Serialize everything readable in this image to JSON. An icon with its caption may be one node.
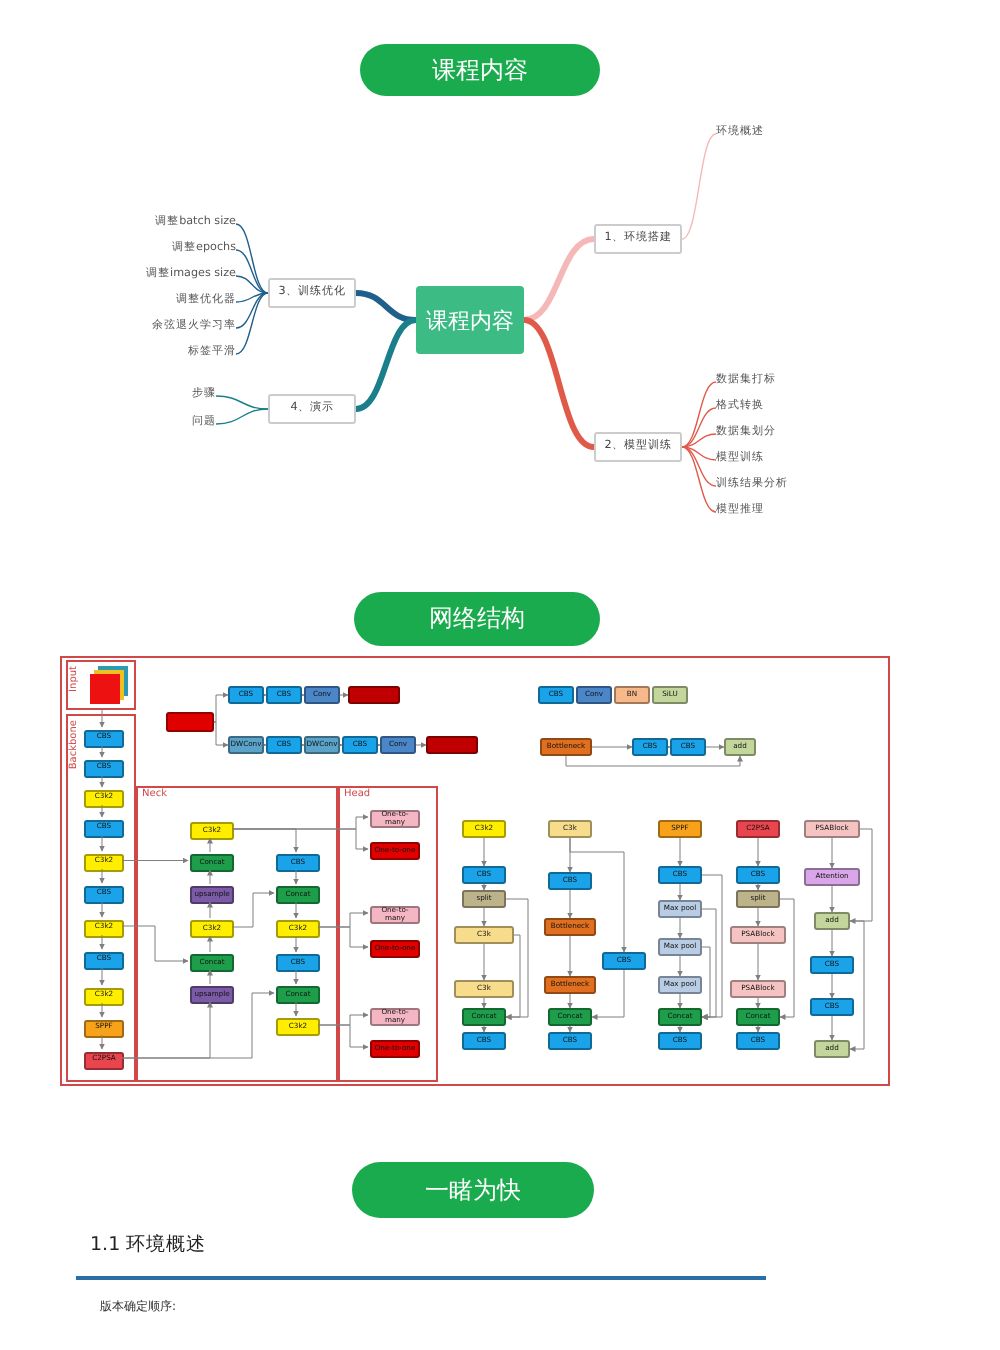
{
  "diagram": {
    "nodes": [
      {
        "text": [
          "课程内容"
        ]
      },
      {
        "text": [
          "1、环境搭建"
        ]
      },
      {
        "text": [
          "环境概述"
        ]
      },
      {
        "text": [
          "2、模型训练"
        ]
      },
      {
        "text": [
          "数据集打标"
        ]
      },
      {
        "text": [
          "格式转换"
        ]
      },
      {
        "text": [
          "数据集划分"
        ]
      },
      {
        "text": [
          "模型训练"
        ]
      },
      {
        "text": [
          "训练结果分析"
        ]
      },
      {
        "text": [
          "模型推理"
        ]
      },
      {
        "text": [
          "3、训练优化"
        ]
      },
      {
        "text": [
          "调整batch size"
        ]
      },
      {
        "text": [
          "调整epochs"
        ]
      },
      {
        "text": [
          "调整images size"
        ]
      },
      {
        "text": [
          "调整优化器"
        ]
      },
      {
        "text": [
          "余弦退火学习率"
        ]
      },
      {
        "text": [
          "标签平滑"
        ]
      },
      {
        "text": [
          "4、演示"
        ]
      },
      {
        "text": [
          "步骤"
        ]
      },
      {
        "text": [
          "问题"
        ]
      },
      {
        "text": [
          "Input"
        ]
      },
      {
        "text": [
          "Backbone"
        ]
      },
      {
        "text": [
          "CBS"
        ],
        "in": 21
      },
      {
        "text": [
          "CBS"
        ],
        "in": 21
      },
      {
        "text": [
          "C3k2"
        ],
        "in": 21
      },
      {
        "text": [
          "CBS"
        ],
        "in": 21
      },
      {
        "text": [
          "C3k2"
        ],
        "in": 21
      },
      {
        "text": [
          "CBS"
        ],
        "in": 21
      },
      {
        "text": [
          "C3k2"
        ],
        "in": 21
      },
      {
        "text": [
          "CBS"
        ],
        "in": 21
      },
      {
        "text": [
          "C3k2"
        ],
        "in": 21
      },
      {
        "text": [
          "SPPF"
        ],
        "in": 21
      },
      {
        "text": [
          "C2PSA"
        ],
        "in": 21
      },
      {
        "text": [
          "Neck"
        ]
      },
      {
        "text": [
          "C3k2"
        ],
        "in": 33
      },
      {
        "text": [
          "Concat"
        ],
        "in": 33
      },
      {
        "text": [
          "upsample"
        ],
        "in": 33
      },
      {
        "text": [
          "C3k2"
        ],
        "in": 33
      },
      {
        "text": [
          "Concat"
        ],
        "in": 33
      },
      {
        "text": [
          "upsample"
        ],
        "in": 33
      },
      {
        "text": [
          "CBS"
        ],
        "in": 33
      },
      {
        "text": [
          "Concat"
        ],
        "in": 33
      },
      {
        "text": [
          "C3k2"
        ],
        "in": 33
      },
      {
        "text": [
          "CBS"
        ],
        "in": 33
      },
      {
        "text": [
          "Concat"
        ],
        "in": 33
      },
      {
        "text": [
          "C3k2"
        ],
        "in": 33
      },
      {
        "text": [
          "Head"
        ]
      },
      {
        "text": [
          "One-to-many"
        ],
        "in": 46
      },
      {
        "text": [
          "One-to-one"
        ],
        "in": 46
      },
      {
        "text": [
          "One-to-many"
        ],
        "in": 46
      },
      {
        "text": [
          "One-to-one"
        ],
        "in": 46
      },
      {
        "text": [
          "One-to-many"
        ],
        "in": 46
      },
      {
        "text": [
          "One-to-one"
        ],
        "in": 46
      },
      {
        "text": [],
        "shape": "box"
      },
      {
        "text": [
          "CBS"
        ]
      },
      {
        "text": [
          "CBS"
        ]
      },
      {
        "text": [
          "Conv"
        ]
      },
      {
        "text": [],
        "shape": "box"
      },
      {
        "text": [
          "DWConv"
        ]
      },
      {
        "text": [
          "CBS"
        ]
      },
      {
        "text": [
          "DWConv"
        ]
      },
      {
        "text": [
          "CBS"
        ]
      },
      {
        "text": [
          "Conv"
        ]
      },
      {
        "text": [],
        "shape": "box"
      },
      {
        "text": [
          "CBS"
        ]
      },
      {
        "text": [
          "Conv"
        ]
      },
      {
        "text": [
          "BN"
        ]
      },
      {
        "text": [
          "SiLU"
        ]
      },
      {
        "text": [
          "Bottleneck"
        ]
      },
      {
        "text": [
          "CBS"
        ]
      },
      {
        "text": [
          "CBS"
        ]
      },
      {
        "text": [
          "add"
        ]
      },
      {
        "text": [
          "C3k2"
        ]
      },
      {
        "text": [
          "CBS"
        ]
      },
      {
        "text": [
          "split"
        ]
      },
      {
        "text": [
          "C3k"
        ]
      },
      {
        "text": [
          "C3k"
        ]
      },
      {
        "text": [
          "Concat"
        ]
      },
      {
        "text": [
          "CBS"
        ]
      },
      {
        "text": [
          "C3k"
        ]
      },
      {
        "text": [
          "CBS"
        ]
      },
      {
        "text": [
          "Bottleneck"
        ]
      },
      {
        "text": [
          "Bottleneck"
        ]
      },
      {
        "text": [
          "Concat"
        ]
      },
      {
        "text": [
          "CBS"
        ]
      },
      {
        "text": [
          "CBS"
        ]
      },
      {
        "text": [
          "SPPF"
        ]
      },
      {
        "text": [
          "CBS"
        ]
      },
      {
        "text": [
          "Max pool"
        ]
      },
      {
        "text": [
          "Max pool"
        ]
      },
      {
        "text": [
          "Max pool"
        ]
      },
      {
        "text": [
          "Concat"
        ]
      },
      {
        "text": [
          "CBS"
        ]
      },
      {
        "text": [
          "C2PSA"
        ]
      },
      {
        "text": [
          "CBS"
        ]
      },
      {
        "text": [
          "split"
        ]
      },
      {
        "text": [
          "PSABlock"
        ]
      },
      {
        "text": [
          "PSABlock"
        ]
      },
      {
        "text": [
          "Concat"
        ]
      },
      {
        "text": [
          "CBS"
        ]
      },
      {
        "text": [
          "PSABlock"
        ]
      },
      {
        "text": [
          "Attention"
        ]
      },
      {
        "text": [
          "add"
        ]
      },
      {
        "text": [
          "CBS"
        ]
      },
      {
        "text": [
          "CBS"
        ]
      },
      {
        "text": [
          "add"
        ]
      }
    ],
    "edges": [
      {
        "from": 0,
        "to": 1,
        "arrow": "none",
        "style": "thick",
        "color": "#f4b8b8"
      },
      {
        "from": 1,
        "to": 2,
        "arrow": "none",
        "color": "#f4b8b8"
      },
      {
        "from": 0,
        "to": 3,
        "arrow": "none",
        "style": "thick",
        "color": "#e05a4a"
      },
      {
        "from": 3,
        "to": 4,
        "arrow": "none",
        "color": "#e05a4a"
      },
      {
        "from": 3,
        "to": 5,
        "arrow": "none",
        "color": "#e05a4a"
      },
      {
        "from": 3,
        "to": 6,
        "arrow": "none",
        "color": "#e05a4a"
      },
      {
        "from": 3,
        "to": 7,
        "arrow": "none",
        "color": "#e05a4a"
      },
      {
        "from": 3,
        "to": 8,
        "arrow": "none",
        "color": "#e05a4a"
      },
      {
        "from": 3,
        "to": 9,
        "arrow": "none",
        "color": "#e05a4a"
      },
      {
        "from": 0,
        "to": 10,
        "arrow": "none",
        "style": "thick",
        "color": "#1f5f8b"
      },
      {
        "from": 10,
        "to": 11,
        "arrow": "none",
        "color": "#1f5f8b"
      },
      {
        "from": 10,
        "to": 12,
        "arrow": "none",
        "color": "#1f5f8b"
      },
      {
        "from": 10,
        "to": 13,
        "arrow": "none",
        "color": "#1f5f8b"
      },
      {
        "from": 10,
        "to": 14,
        "arrow": "none",
        "color": "#1f5f8b"
      },
      {
        "from": 10,
        "to": 15,
        "arrow": "none",
        "color": "#1f5f8b"
      },
      {
        "from": 10,
        "to": 16,
        "arrow": "none",
        "color": "#1f5f8b"
      },
      {
        "from": 0,
        "to": 17,
        "arrow": "none",
        "style": "thick",
        "color": "#1a7f8a"
      },
      {
        "from": 17,
        "to": 18,
        "arrow": "none",
        "color": "#1a7f8a"
      },
      {
        "from": 17,
        "to": 19,
        "arrow": "none",
        "color": "#1a7f8a"
      },
      {
        "from": 20,
        "to": 22,
        "arrow": "to"
      },
      {
        "from": 22,
        "to": 23,
        "arrow": "to"
      },
      {
        "from": 23,
        "to": 24,
        "arrow": "to"
      },
      {
        "from": 24,
        "to": 25,
        "arrow": "to"
      },
      {
        "from": 25,
        "to": 26,
        "arrow": "to"
      },
      {
        "from": 26,
        "to": 27,
        "arrow": "to"
      },
      {
        "from": 27,
        "to": 28,
        "arrow": "to"
      },
      {
        "from": 28,
        "to": 29,
        "arrow": "to"
      },
      {
        "from": 29,
        "to": 30,
        "arrow": "to"
      },
      {
        "from": 30,
        "to": 31,
        "arrow": "to"
      },
      {
        "from": 31,
        "to": 32,
        "arrow": "to"
      },
      {
        "from": 32,
        "to": 39,
        "arrow": "to"
      },
      {
        "from": 39,
        "to": 38,
        "arrow": "to"
      },
      {
        "from": 38,
        "to": 37,
        "arrow": "to"
      },
      {
        "from": 37,
        "to": 36,
        "arrow": "to"
      },
      {
        "from": 36,
        "to": 35,
        "arrow": "to"
      },
      {
        "from": 35,
        "to": 34,
        "arrow": "to"
      },
      {
        "from": 26,
        "to": 35,
        "arrow": "to"
      },
      {
        "from": 28,
        "to": 38,
        "arrow": "to"
      },
      {
        "from": 34,
        "to": 47,
        "arrow": "to"
      },
      {
        "from": 34,
        "to": 48,
        "arrow": "to"
      },
      {
        "from": 34,
        "to": 40,
        "arrow": "to"
      },
      {
        "from": 40,
        "to": 41,
        "arrow": "to"
      },
      {
        "from": 41,
        "to": 42,
        "arrow": "to"
      },
      {
        "from": 42,
        "to": 43,
        "arrow": "to"
      },
      {
        "from": 43,
        "to": 44,
        "arrow": "to"
      },
      {
        "from": 44,
        "to": 45,
        "arrow": "to"
      },
      {
        "from": 37,
        "to": 41,
        "arrow": "to"
      },
      {
        "from": 32,
        "to": 44,
        "arrow": "to"
      },
      {
        "from": 42,
        "to": 49,
        "arrow": "to"
      },
      {
        "from": 42,
        "to": 50,
        "arrow": "to"
      },
      {
        "from": 45,
        "to": 51,
        "arrow": "to"
      },
      {
        "from": 45,
        "to": 52,
        "arrow": "to"
      },
      {
        "from": 53,
        "to": 54,
        "arrow": "to"
      },
      {
        "from": 54,
        "to": 55,
        "arrow": "to"
      },
      {
        "from": 55,
        "to": 56,
        "arrow": "to"
      },
      {
        "from": 56,
        "to": 57,
        "arrow": "to"
      },
      {
        "from": 53,
        "to": 58,
        "arrow": "to"
      },
      {
        "from": 58,
        "to": 59,
        "arrow": "to"
      },
      {
        "from": 59,
        "to": 60,
        "arrow": "to"
      },
      {
        "from": 60,
        "to": 61,
        "arrow": "to"
      },
      {
        "from": 61,
        "to": 62,
        "arrow": "to"
      },
      {
        "from": 62,
        "to": 63,
        "arrow": "to"
      },
      {
        "from": 68,
        "to": 69,
        "arrow": "to"
      },
      {
        "from": 69,
        "to": 70,
        "arrow": "to"
      },
      {
        "from": 70,
        "to": 71,
        "arrow": "to"
      },
      {
        "from": 68,
        "to": 71,
        "arrow": "to"
      },
      {
        "from": 72,
        "to": 73,
        "arrow": "to"
      },
      {
        "from": 73,
        "to": 74,
        "arrow": "to"
      },
      {
        "from": 74,
        "to": 75,
        "arrow": "to"
      },
      {
        "from": 75,
        "to": 76,
        "arrow": "to"
      },
      {
        "from": 76,
        "to": 77,
        "arrow": "to"
      },
      {
        "from": 77,
        "to": 78,
        "arrow": "to"
      },
      {
        "from": 74,
        "to": 77,
        "arrow": "to"
      },
      {
        "from": 75,
        "to": 77,
        "arrow": "to"
      },
      {
        "from": 79,
        "to": 80,
        "arrow": "to"
      },
      {
        "from": 80,
        "to": 81,
        "arrow": "to"
      },
      {
        "from": 81,
        "to": 82,
        "arrow": "to"
      },
      {
        "from": 82,
        "to": 83,
        "arrow": "to"
      },
      {
        "from": 83,
        "to": 84,
        "arrow": "to"
      },
      {
        "from": 79,
        "to": 85,
        "arrow": "to"
      },
      {
        "from": 85,
        "to": 83,
        "arrow": "to"
      },
      {
        "from": 86,
        "to": 87,
        "arrow": "to"
      },
      {
        "from": 87,
        "to": 88,
        "arrow": "to"
      },
      {
        "from": 88,
        "to": 89,
        "arrow": "to"
      },
      {
        "from": 89,
        "to": 90,
        "arrow": "to"
      },
      {
        "from": 90,
        "to": 91,
        "arrow": "to"
      },
      {
        "from": 91,
        "to": 92,
        "arrow": "to"
      },
      {
        "from": 87,
        "to": 91,
        "arrow": "to"
      },
      {
        "from": 88,
        "to": 91,
        "arrow": "to"
      },
      {
        "from": 89,
        "to": 91,
        "arrow": "to"
      },
      {
        "from": 93,
        "to": 94,
        "arrow": "to"
      },
      {
        "from": 94,
        "to": 95,
        "arrow": "to"
      },
      {
        "from": 95,
        "to": 96,
        "arrow": "to"
      },
      {
        "from": 96,
        "to": 97,
        "arrow": "to"
      },
      {
        "from": 97,
        "to": 98,
        "arrow": "to"
      },
      {
        "from": 98,
        "to": 99,
        "arrow": "to"
      },
      {
        "from": 95,
        "to": 98,
        "arrow": "to"
      },
      {
        "from": 100,
        "to": 101,
        "arrow": "to"
      },
      {
        "from": 101,
        "to": 102,
        "arrow": "to"
      },
      {
        "from": 102,
        "to": 103,
        "arrow": "to"
      },
      {
        "from": 103,
        "to": 104,
        "arrow": "to"
      },
      {
        "from": 104,
        "to": 105,
        "arrow": "to"
      },
      {
        "from": 100,
        "to": 102,
        "arrow": "to"
      },
      {
        "from": 102,
        "to": 105,
        "arrow": "to"
      }
    ],
    "labels": [
      "课程内容",
      "网络结构",
      "一睹为快",
      "1.1 环境概述",
      "版本确定顺序:"
    ]
  }
}
